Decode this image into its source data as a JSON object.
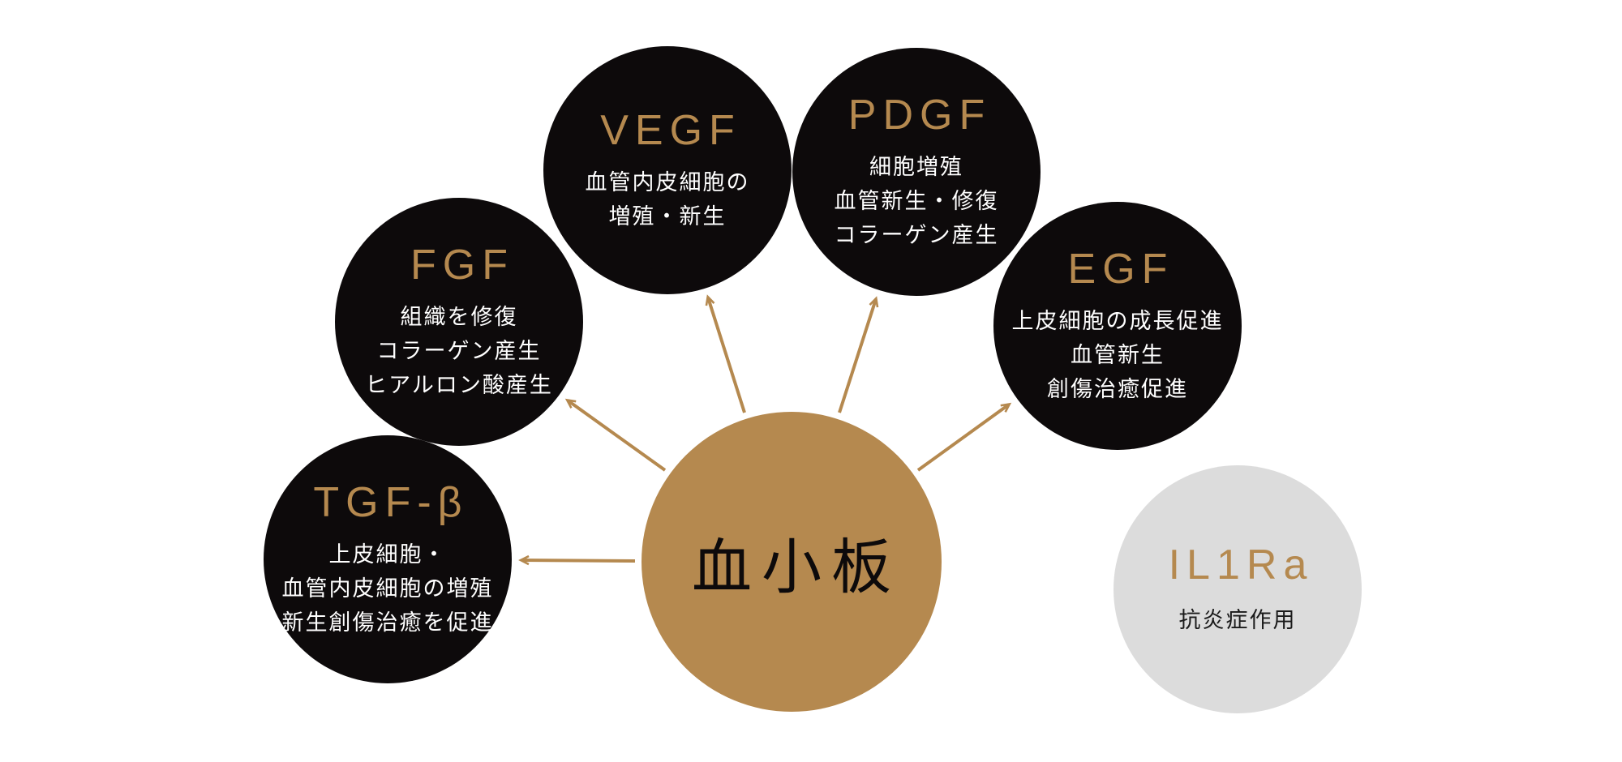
{
  "diagram_title": "",
  "center": {
    "label": "血小板"
  },
  "nodes": [
    {
      "id": "vegf",
      "title": "VEGF",
      "lines": [
        "血管内皮細胞の",
        "増殖・新生"
      ]
    },
    {
      "id": "pdgf",
      "title": "PDGF",
      "lines": [
        "細胞増殖",
        "血管新生・修復",
        "コラーゲン産生"
      ]
    },
    {
      "id": "fgf",
      "title": "FGF",
      "lines": [
        "組織を修復",
        "コラーゲン産生",
        "ヒアルロン酸産生"
      ]
    },
    {
      "id": "egf",
      "title": "EGF",
      "lines": [
        "上皮細胞の成長促進",
        "血管新生",
        "創傷治癒促進"
      ]
    },
    {
      "id": "tgfb",
      "title": "TGF-β",
      "lines": [
        "上皮細胞・",
        "血管内皮細胞の増殖",
        "新生創傷治癒を促進"
      ]
    },
    {
      "id": "il1ra",
      "title": "IL1Ra",
      "lines": [
        "抗炎症作用"
      ]
    }
  ],
  "colors": {
    "accent_gold": "#b5894f",
    "node_black": "#0d0a0b",
    "node_gray": "#dcdcdc",
    "text_white": "#ffffff",
    "text_black": "#1a1a1a",
    "background": "#ffffff"
  }
}
